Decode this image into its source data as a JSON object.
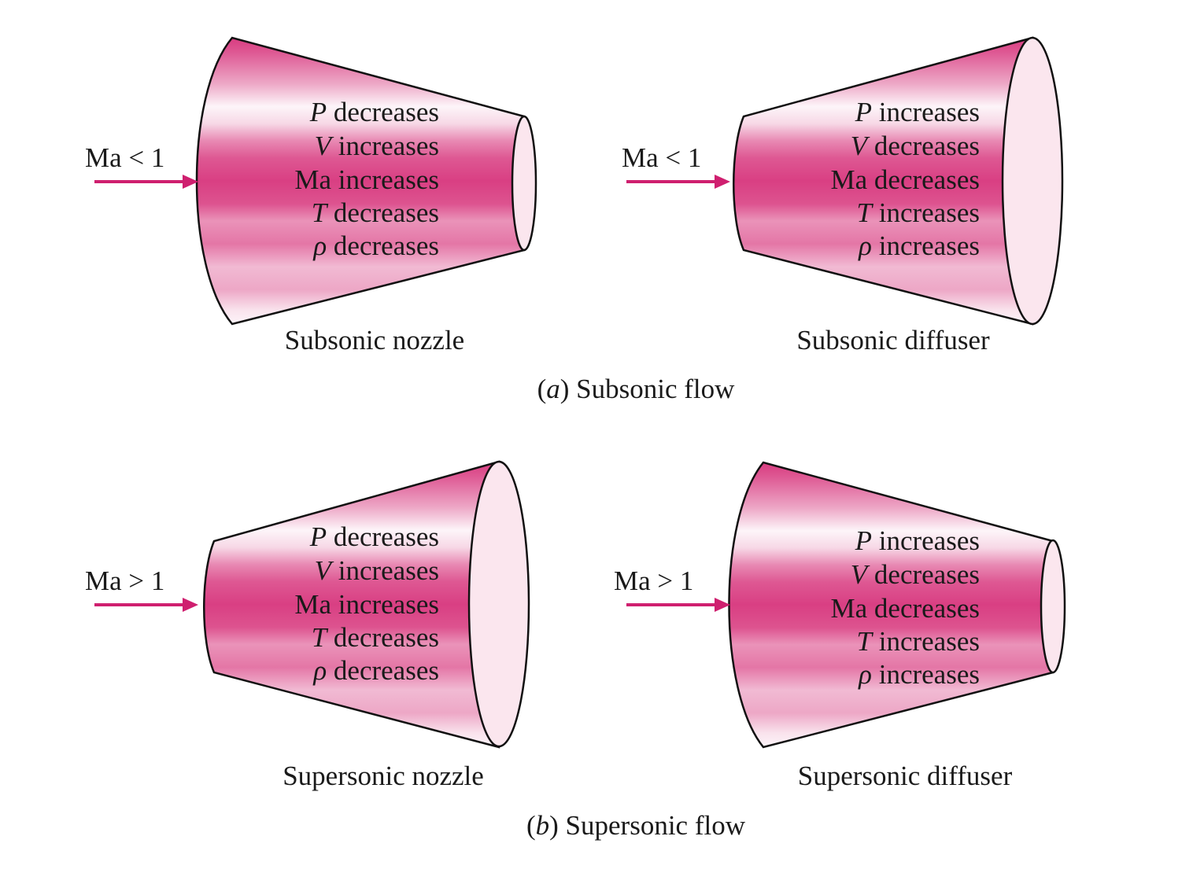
{
  "colors": {
    "body_dark": "#d83b80",
    "body_light": "#ffffff",
    "end_face": "#fbe6ee",
    "arrow": "#cf1f6f",
    "outline": "#111111"
  },
  "panels": [
    {
      "id": "subsonic-nozzle",
      "shape": "converging",
      "inlet": "Ma < 1",
      "caption": "Subsonic nozzle",
      "properties": [
        {
          "symbol": "P",
          "change": " decreases"
        },
        {
          "symbol": "V",
          "change": " increases"
        },
        {
          "symbol": "",
          "change": "Ma increases"
        },
        {
          "symbol": "T",
          "change": " decreases"
        },
        {
          "symbol": "ρ",
          "change": " decreases"
        }
      ]
    },
    {
      "id": "subsonic-diffuser",
      "shape": "diverging",
      "inlet": "Ma < 1",
      "caption": "Subsonic diffuser",
      "properties": [
        {
          "symbol": "P",
          "change": " increases"
        },
        {
          "symbol": "V",
          "change": " decreases"
        },
        {
          "symbol": "",
          "change": "Ma decreases"
        },
        {
          "symbol": "T",
          "change": " increases"
        },
        {
          "symbol": "ρ",
          "change": " increases"
        }
      ]
    },
    {
      "id": "supersonic-nozzle",
      "shape": "diverging",
      "inlet": "Ma > 1",
      "caption": "Supersonic nozzle",
      "properties": [
        {
          "symbol": "P",
          "change": " decreases"
        },
        {
          "symbol": "V",
          "change": " increases"
        },
        {
          "symbol": "",
          "change": "Ma increases"
        },
        {
          "symbol": "T",
          "change": " decreases"
        },
        {
          "symbol": "ρ",
          "change": " decreases"
        }
      ]
    },
    {
      "id": "supersonic-diffuser",
      "shape": "converging",
      "inlet": "Ma > 1",
      "caption": "Supersonic diffuser",
      "properties": [
        {
          "symbol": "P",
          "change": " increases"
        },
        {
          "symbol": "V",
          "change": " decreases"
        },
        {
          "symbol": "",
          "change": "Ma decreases"
        },
        {
          "symbol": "T",
          "change": " increases"
        },
        {
          "symbol": "ρ",
          "change": " increases"
        }
      ]
    }
  ],
  "sections": [
    {
      "letter": "a",
      "label": " Subsonic flow"
    },
    {
      "letter": "b",
      "label": " Supersonic flow"
    }
  ]
}
